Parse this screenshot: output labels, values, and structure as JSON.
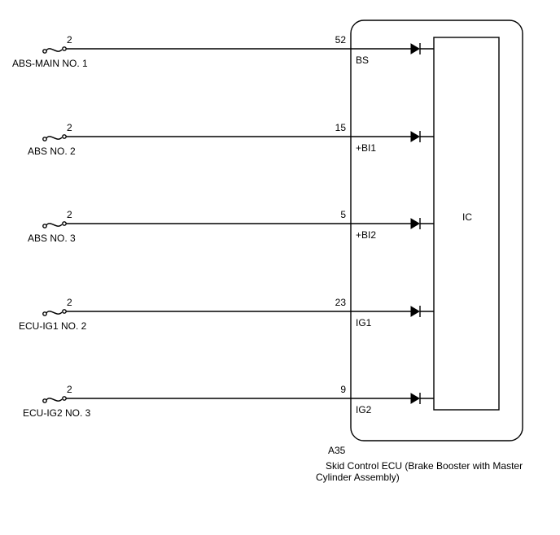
{
  "ecu": {
    "connector": "A35",
    "name_line1": "Skid Control ECU (Brake Booster with Master",
    "name_line2": "Cylinder Assembly)",
    "ic_label": "IC"
  },
  "circuits": [
    {
      "fuse": "ABS-MAIN NO. 1",
      "fuse_pin": "2",
      "ecu_pin": "52",
      "terminal": "BS"
    },
    {
      "fuse": "ABS NO. 2",
      "fuse_pin": "2",
      "ecu_pin": "15",
      "terminal": "+BI1"
    },
    {
      "fuse": "ABS NO. 3",
      "fuse_pin": "2",
      "ecu_pin": "5",
      "terminal": "+BI2"
    },
    {
      "fuse": "ECU-IG1 NO. 2",
      "fuse_pin": "2",
      "ecu_pin": "23",
      "terminal": "IG1"
    },
    {
      "fuse": "ECU-IG2 NO. 3",
      "fuse_pin": "2",
      "ecu_pin": "9",
      "terminal": "IG2"
    }
  ]
}
